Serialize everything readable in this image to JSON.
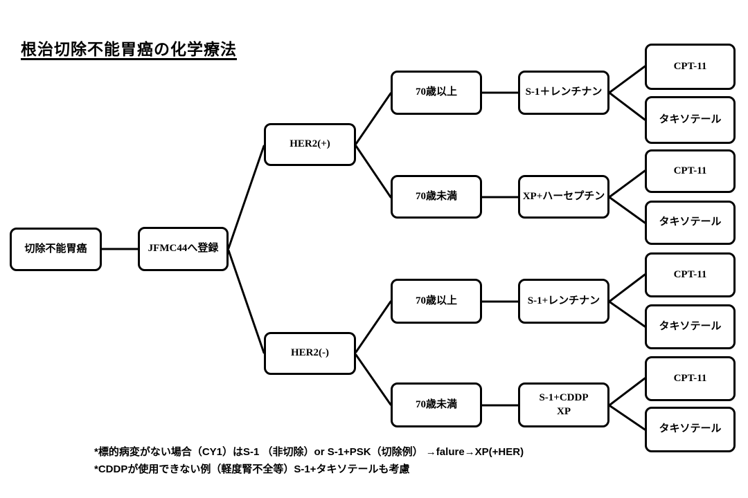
{
  "title": "根治切除不能胃癌の化学療法",
  "nodes": {
    "root": "切除不能胃癌",
    "register": "JFMC44へ登録",
    "her2_positive": "HER2(+)",
    "her2_negative": "HER2(-)",
    "pos_age_over_70": "70歳以上",
    "pos_age_under_70": "70歳未満",
    "neg_age_over_70": "70歳以上",
    "neg_age_under_70": "70歳未満",
    "pos_over70_regimen": "S-1＋レンチナン",
    "pos_under70_regimen": "XP+ハーセプチン",
    "neg_over70_regimen": "S-1+レンチナン",
    "neg_under70_regimen_line1": "S-1+CDDP",
    "neg_under70_regimen_line2": "XP",
    "terminals": [
      {
        "first": "CPT-11",
        "second": "タキソテール"
      },
      {
        "first": "CPT-11",
        "second": "タキソテール"
      },
      {
        "first": "CPT-11",
        "second": "タキソテール"
      },
      {
        "first": "CPT-11",
        "second": "タキソテール"
      }
    ]
  },
  "footnotes": [
    "*標的病変がない場合（CY1）はS-1 （非切除）or S-1+PSK（切除例） →falure→XP(+HER)",
    "*CDDPが使用できない例（軽度腎不全等）S-1+タキソテールも考慮"
  ]
}
